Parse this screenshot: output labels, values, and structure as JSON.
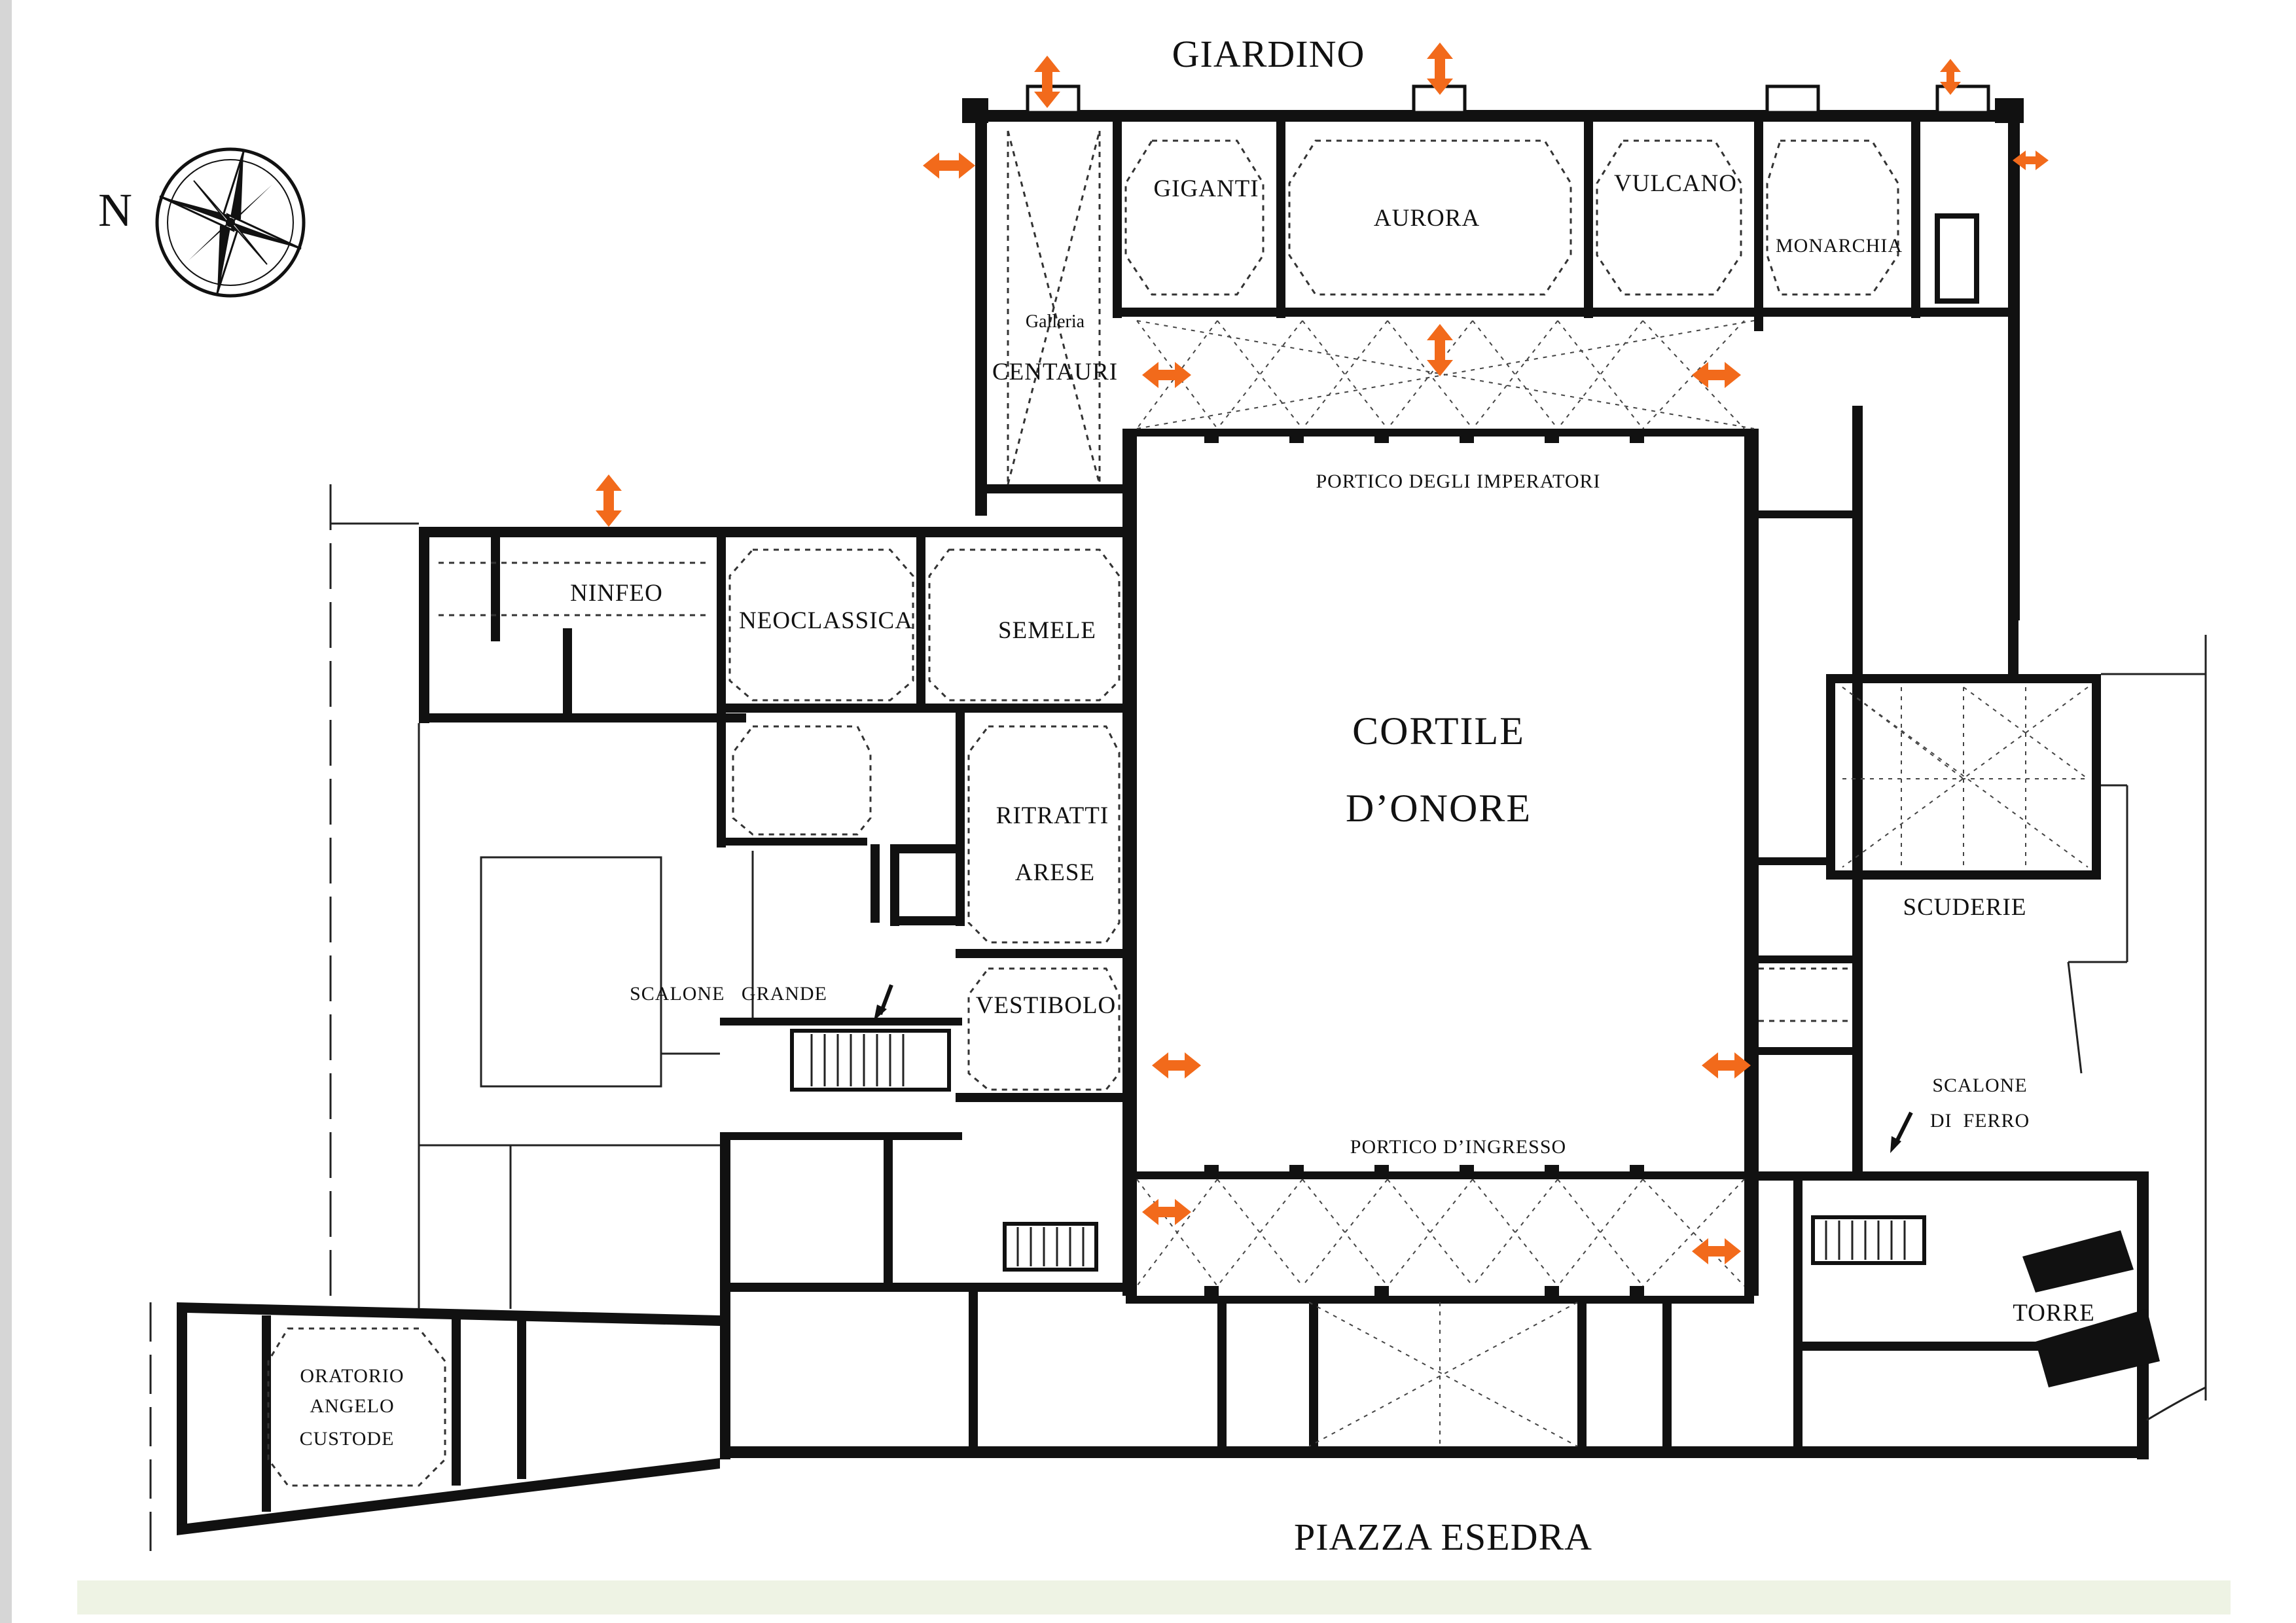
{
  "compass": {
    "letter": "N"
  },
  "labels": {
    "giardino": "GIARDINO",
    "piazza": "PIAZZA ESEDRA",
    "cortile_1": "CORTILE",
    "cortile_2": "D’ONORE",
    "portico_imperatori": "PORTICO DEGLI IMPERATORI",
    "portico_ingresso": "PORTICO D’INGRESSO",
    "giganti": "GIGANTI",
    "aurora": "AURORA",
    "vulcano": "VULCANO",
    "monarchia": "MONARCHIA",
    "galleria": "Galleria",
    "centauri": "CENTAURI",
    "ninfeo": "NINFEO",
    "neoclassica": "NEOCLASSICA",
    "semele": "SEMELE",
    "ritratti": "RITRATTI",
    "arese": "ARESE",
    "vestibolo": "VESTIBOLO",
    "scalone_grande": "SCALONE   GRANDE",
    "scalone_ferro_1": "SCALONE",
    "scalone_ferro_2": "DI  FERRO",
    "scuderie": "SCUDERIE",
    "torre": "TORRE",
    "oratorio_1": "ORATORIO",
    "oratorio_2": "ANGELO",
    "oratorio_3": "CUSTODE"
  },
  "colors": {
    "arrow": "#f26a1b",
    "ink": "#111111",
    "footer_band": "#eef3e4"
  }
}
